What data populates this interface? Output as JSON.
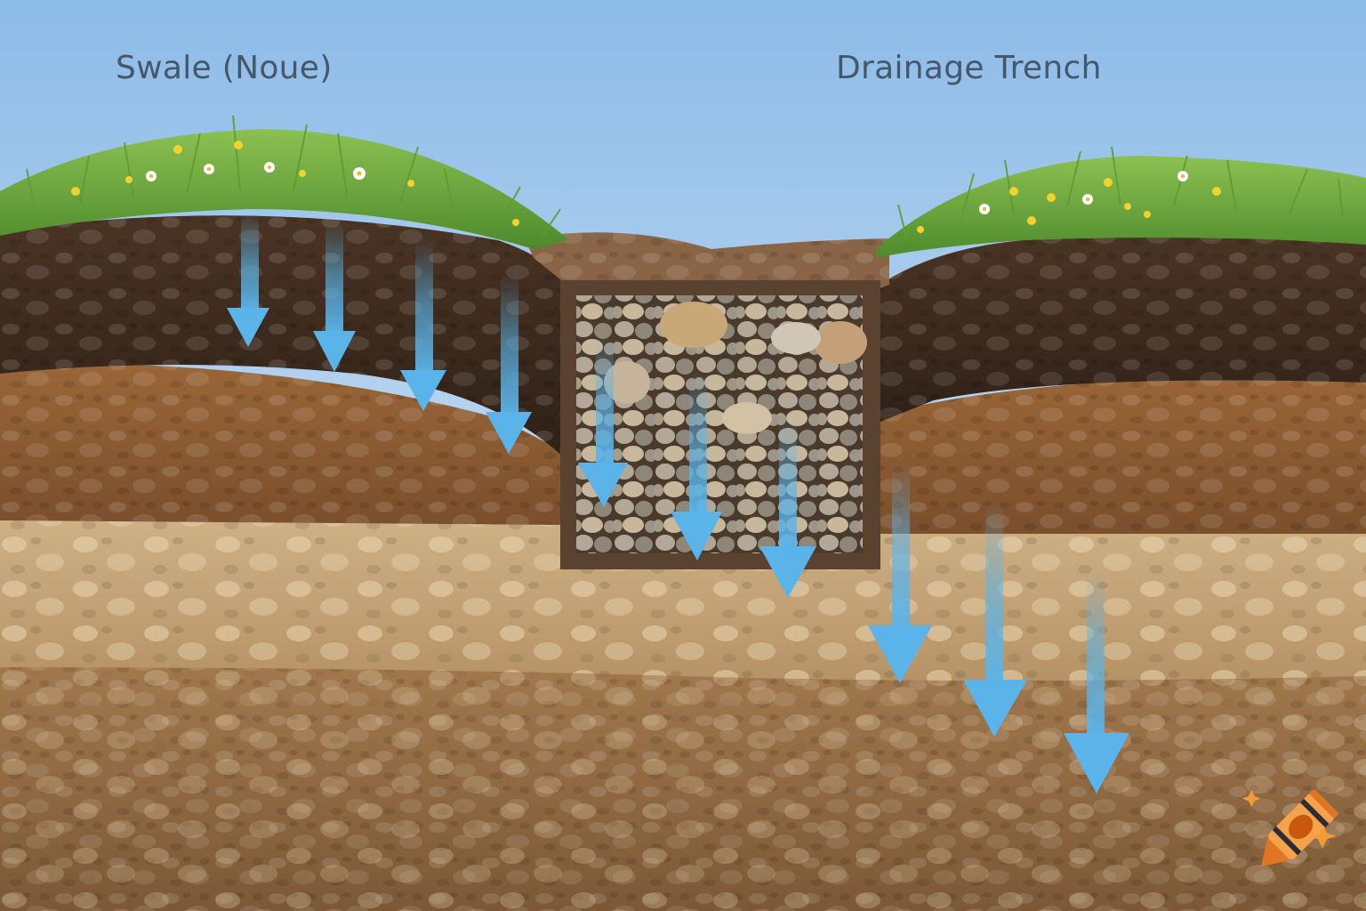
{
  "labels": {
    "swale": "Swale (Noue)",
    "trench": "Drainage Trench"
  },
  "colors": {
    "sky_top": "#8fbde8",
    "sky_bottom": "#e3eef7",
    "grass": "#5f9b35",
    "grass_light": "#8cc152",
    "topsoil": "#3b2a1e",
    "subsoil": "#8a5a32",
    "sand_layer": "#c9a67a",
    "deep_soil": "#9a7048",
    "gravel": "#a39788",
    "arrow": "#5ab4ea",
    "label_text": "#45576b",
    "logo_orange": "#f0892e"
  },
  "diagram": {
    "sections": [
      {
        "name": "swale",
        "label_ref": "labels.swale",
        "surface": "grass mound with wildflowers",
        "arrows": 4
      },
      {
        "name": "trench",
        "label_ref": "labels.trench",
        "fill": "gravel / stones",
        "arrows": 3
      },
      {
        "name": "right-bank",
        "surface": "grass mound with wildflowers",
        "arrows": 3
      }
    ],
    "soil_layers": [
      "grass surface",
      "dark topsoil",
      "brown subsoil",
      "light sandy layer",
      "deep brown soil"
    ],
    "arrow_direction": "down (water infiltration)"
  },
  "logo": {
    "icon": "crayon-icon"
  }
}
